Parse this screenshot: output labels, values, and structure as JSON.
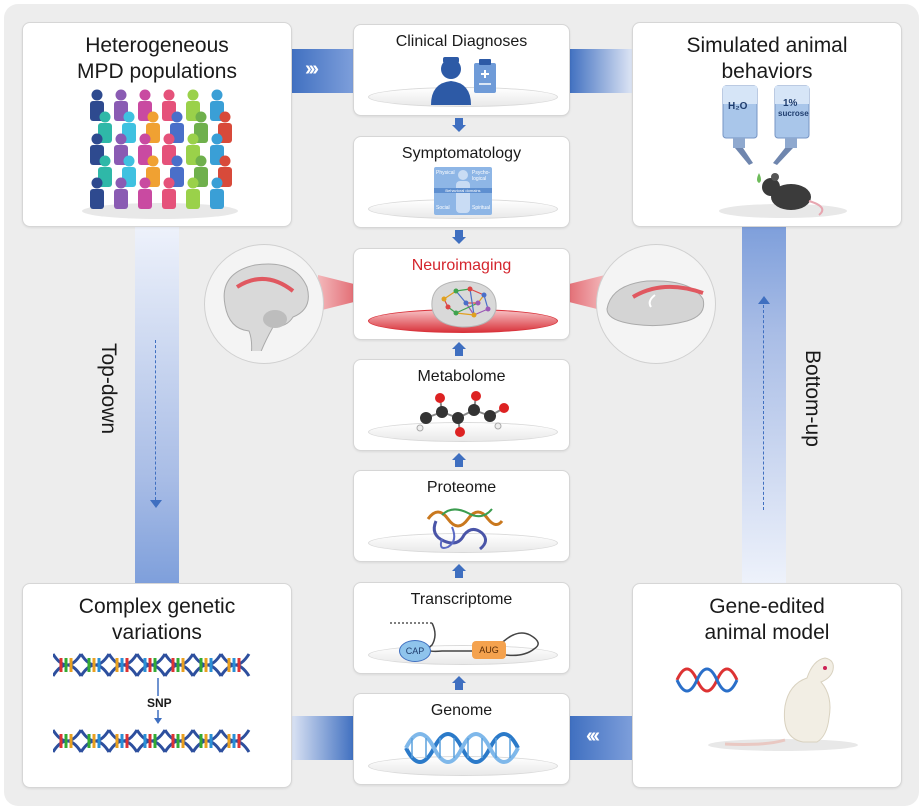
{
  "corners": {
    "top_left": {
      "title": "Heterogeneous\nMPD populations"
    },
    "top_right": {
      "title": "Simulated animal\nbehaviors",
      "bottle_left": "H₂O",
      "bottle_right_pct": "1%",
      "bottle_right_sub": "sucrose"
    },
    "bottom_left": {
      "title": "Complex genetic\nvariations",
      "snp": "SNP"
    },
    "bottom_right": {
      "title": "Gene-edited\nanimal model"
    }
  },
  "side_labels": {
    "left": "Top-down",
    "right": "Bottom-up"
  },
  "center": {
    "clinical": "Clinical Diagnoses",
    "symptomatology": "Symptomatology",
    "symptom_quadrants": [
      "Physical",
      "Psycho-logical",
      "Social",
      "Spiritual"
    ],
    "symptom_center": "Behavioral domains",
    "neuroimaging": "Neuroimaging",
    "metabolome": "Metabolome",
    "proteome": "Proteome",
    "transcriptome": "Transcriptome",
    "cap": "CAP",
    "aug": "AUG",
    "genome": "Genome"
  },
  "colors": {
    "accent_blue": "#3f6fc0",
    "neuro_red": "#d4262e",
    "cap_fill": "#8fc4ec",
    "aug_fill": "#f4a24e"
  },
  "icons": [
    "doctor-icon",
    "person-icon",
    "brain-network-icon",
    "molecule-icon",
    "protein-icon",
    "dna-icon",
    "mouse-icon",
    "rat-icon",
    "bottle-icon"
  ]
}
